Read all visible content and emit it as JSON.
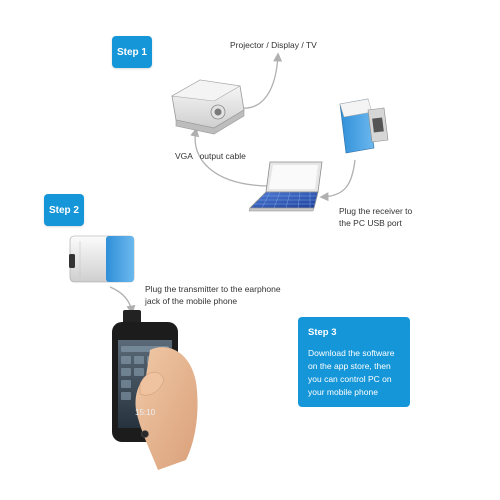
{
  "steps": {
    "step1": {
      "label": "Step 1"
    },
    "step2": {
      "label": "Step 2"
    },
    "step3": {
      "label": "Step 3",
      "body_lines": [
        "Download the software",
        "on the app store, then",
        "you can control PC on",
        "your mobile phone"
      ]
    }
  },
  "labels": {
    "projector": "Projector / Display / TV",
    "vga_cable": "VGA   output cable",
    "receiver_line1": "Plug the receiver to",
    "receiver_line2": "the PC USB port",
    "transmitter_line1": "Plug the transmitter to the earphone",
    "transmitter_line2": "jack of the mobile phone",
    "phone_time": "15:10"
  },
  "colors": {
    "accent": "#1596d8",
    "arrow": "#b0b0b0"
  },
  "icons": {
    "projector": "projector-icon",
    "laptop": "laptop-icon",
    "receiver": "usb-receiver-icon",
    "transmitter": "transmitter-icon",
    "phone": "phone-in-hand-icon"
  }
}
